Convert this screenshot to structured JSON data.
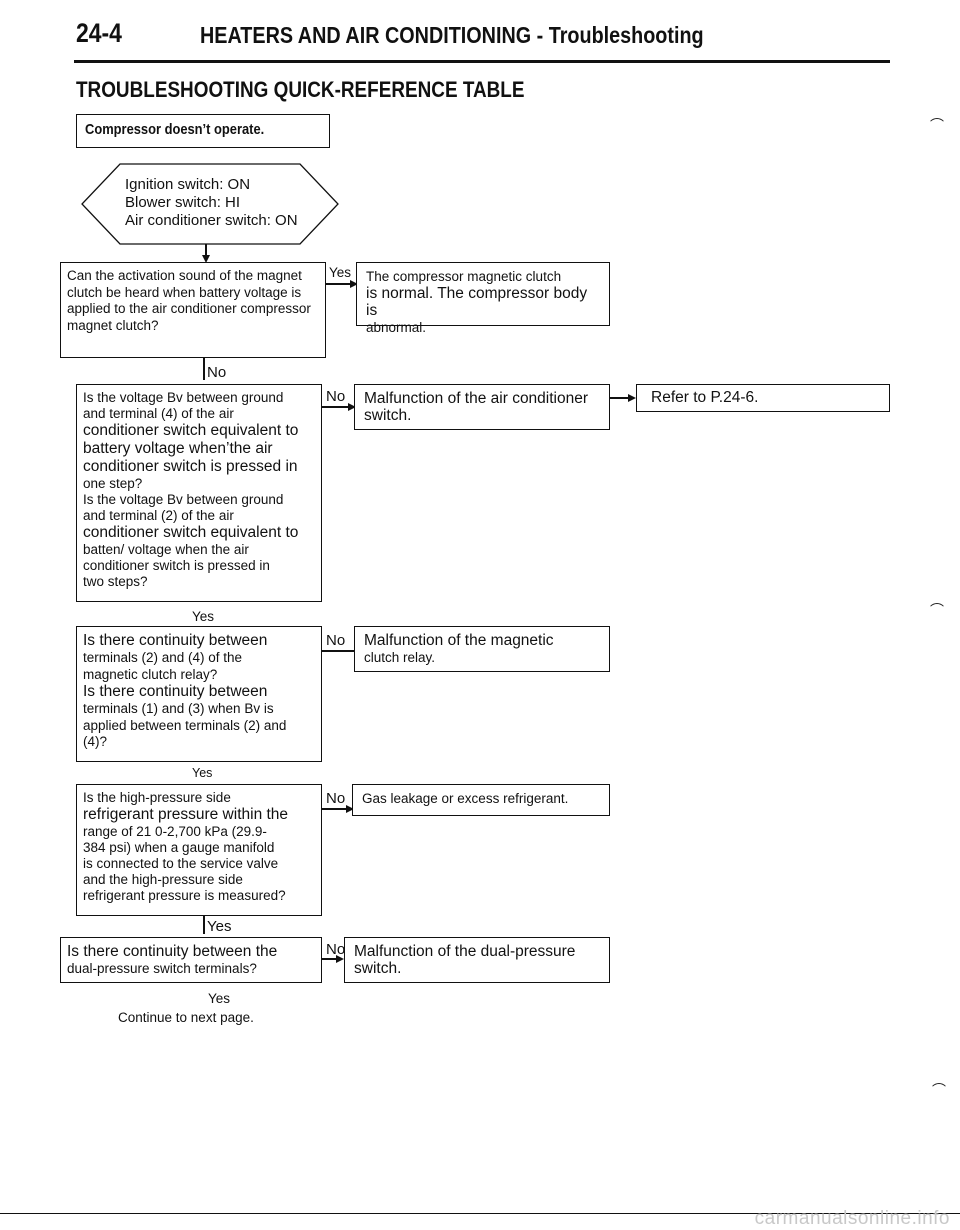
{
  "header": {
    "page_number": "24-4",
    "title": "HEATERS AND AIR CONDITIONING - Troubleshooting"
  },
  "section_title": "TROUBLESHOOTING QUICK-REFERENCE TABLE",
  "symptom": "Compressor doesn’t operate.",
  "conditions": {
    "line1": "Ignition switch: ON",
    "line2": "Blower switch: HI",
    "line3": "Air conditioner switch: ON"
  },
  "steps": {
    "q1": "Can the activation sound of the magnet clutch be heard when battery voltage is applied to the air conditioner compressor magnet clutch?",
    "q1_yes_result": {
      "line1": "The compressor magnetic clutch",
      "line2": "is normal. The compressor body is",
      "line3": "abnormal."
    },
    "q2": {
      "l1": "Is the voltage Bv between ground",
      "l2": "and terminal (4) of the air",
      "l3": "conditioner switch equivalent to",
      "l4": "battery voltage when’the air",
      "l5": "conditioner switch is pressed in",
      "l6": "one step?",
      "l7": "Is the voltage Bv between ground",
      "l8": "and terminal (2) of the air",
      "l9": "conditioner switch equivalent to",
      "l10": "batten/ voltage when the air",
      "l11": "conditioner switch is pressed in",
      "l12": "two steps?"
    },
    "q2_no_result": {
      "line1": "Malfunction of the air conditioner",
      "line2": "switch."
    },
    "reference": "Refer to P.24-6.",
    "q3": {
      "l1": "Is there continuity between",
      "l2": "terminals (2) and (4) of the",
      "l3": "magnetic clutch relay?",
      "l4": "Is there continuity between",
      "l5": "terminals (1) and (3) when Bv is",
      "l6": "applied between terminals (2) and",
      "l7": "(4)?"
    },
    "q3_no_result": {
      "line1": "Malfunction of the magnetic",
      "line2": "clutch relay."
    },
    "q4": {
      "l1": "Is the high-pressure side",
      "l2": "refrigerant pressure within the",
      "l3": "range of 21 0-2,700 kPa (29.9-",
      "l4": "384 psi) when a gauge manifold",
      "l5": "is connected to the service valve",
      "l6": "and the high-pressure side",
      "l7": "refrigerant pressure is measured?"
    },
    "q4_no_result": "Gas leakage or excess refrigerant.",
    "q5": {
      "l1": "Is there continuity between the",
      "l2": "dual-pressure switch terminals?"
    },
    "q5_no_result": {
      "line1": "Malfunction of the dual-pressure",
      "line2": "switch."
    }
  },
  "labels": {
    "yes": "Yes",
    "no": "No"
  },
  "continue_text": "Continue to next page.",
  "watermark": "carmanualsonline.info"
}
